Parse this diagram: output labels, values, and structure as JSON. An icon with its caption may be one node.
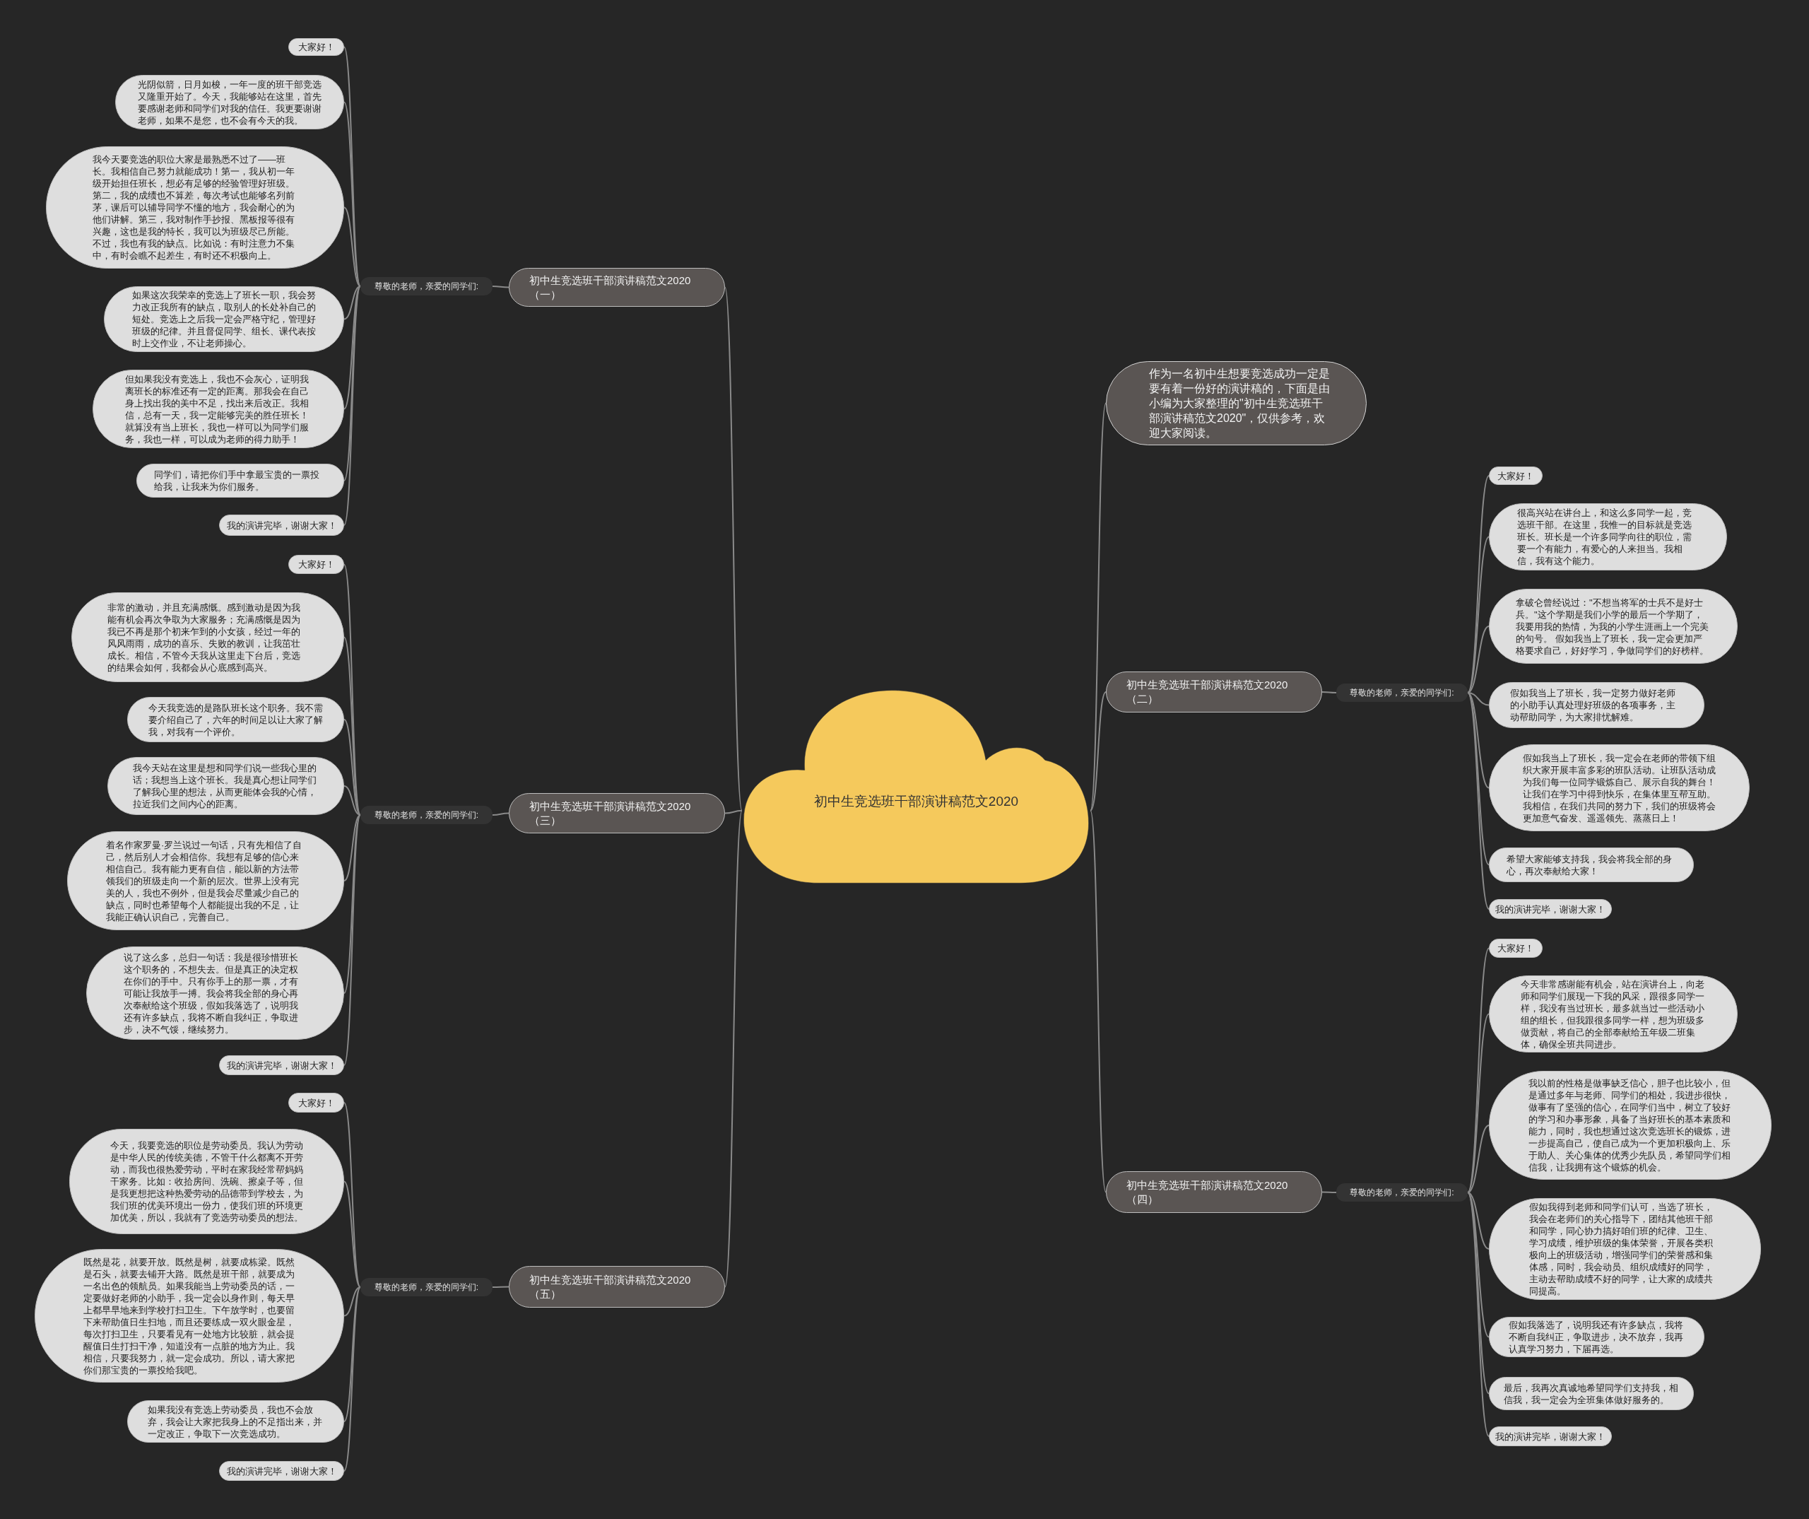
{
  "diagram": {
    "nodes": [
      {
        "text": [
          "初中生竞选班干部演讲稿范文2020"
        ]
      },
      {
        "text": [
          "初中生竞选班干部演讲稿范文2020（一）"
        ]
      },
      {
        "text": [
          "尊敬的老师，亲爱的同学们:"
        ]
      },
      {
        "text": [
          "大家好！"
        ]
      },
      {
        "text": [
          "光阴似箭，日月如梭，一年一度的班干部竞选又隆重开始了。今天，我能够站在这里，首先要感谢老师和同学们对我的信任。我更要谢谢老师，如果不是您，也不会有今天的我。"
        ]
      },
      {
        "text": [
          "我今天要竞选的职位大家是最熟悉不过了——班长。我相信自己努力就能成功！第一，我从初一年级开始担任班长，想必有足够的经验管理好班级。第二，我的成绩也不算差，每次考试也能够名列前茅，课后可以辅导同学不懂的地方，我会耐心的为他们讲解。第三，我对制作手抄报、黑板报等很有兴趣，这也是我的特长，我可以为班级尽己所能。不过，我也有我的缺点。比如说：有时注意力不集中，有时会瞧不起差生，有时还不积极向上。"
        ]
      },
      {
        "text": [
          "如果这次我荣幸的竞选上了班长一职，我会努力改正我所有的缺点，取别人的长处补自己的短处。竞选上之后我一定会严格守纪，管理好班级的纪律。并且督促同学、组长、课代表按时上交作业，不让老师操心。"
        ]
      },
      {
        "text": [
          "但如果我没有竞选上，我也不会灰心，证明我离班长的标准还有一定的距离。那我会在自己身上找出我的美中不足，找出来后改正。我相信，总有一天，我一定能够完美的胜任班长！就算没有当上班长，我也一样可以为同学们服务，我也一样，可以成为老师的得力助手！"
        ]
      },
      {
        "text": [
          "同学们，请把你们手中拿最宝贵的一票投给我，让我来为你们服务。"
        ]
      },
      {
        "text": [
          "我的演讲完毕，谢谢大家！"
        ]
      },
      {
        "text": [
          "初中生竞选班干部演讲稿范文2020（三）"
        ]
      },
      {
        "text": [
          "尊敬的老师，亲爱的同学们:"
        ]
      },
      {
        "text": [
          "大家好！"
        ]
      },
      {
        "text": [
          "非常的激动，并且充满感慨。感到激动是因为我能有机会再次争取为大家服务；充满感慨是因为我已不再是那个初来乍到的小女孩，经过一年的风风雨雨，成功的喜乐、失败的教训，让我茁壮成长。相信，不管今天我从这里走下台后，竞选的结果会如何，我都会从心底感到高兴。"
        ]
      },
      {
        "text": [
          "今天我竞选的是路队班长这个职务。我不需要介绍自己了，六年的时间足以让大家了解我，对我有一个评价。"
        ]
      },
      {
        "text": [
          "我今天站在这里是想和同学们说一些我心里的话；我想当上这个班长。我是真心想让同学们了解我心里的想法，从而更能体会我的心情，拉近我们之间内心的距离。"
        ]
      },
      {
        "text": [
          "着名作家罗曼·罗兰说过一句话，只有先相信了自己，然后别人才会相信你。我想有足够的信心来相信自己。我有能力更有自信，能以新的方法带领我们的班级走向一个新的层次。世界上没有完美的人，我也不例外，但是我会尽量减少自己的缺点，同时也希望每个人都能提出我的不足，让我能正确认识自己，完善自己。"
        ]
      },
      {
        "text": [
          "说了这么多，总归一句话：我是很珍惜班长这个职务的，不想失去。但是真正的决定权在你们的手中。只有你手上的那一票，才有可能让我放手一搏。我会将我全部的身心再次奉献给这个班级，假如我落选了，说明我还有许多缺点，我将不断自我纠正，争取进步，决不气馁，继续努力。"
        ]
      },
      {
        "text": [
          "我的演讲完毕，谢谢大家！"
        ]
      },
      {
        "text": [
          "初中生竞选班干部演讲稿范文2020（五）"
        ]
      },
      {
        "text": [
          "尊敬的老师，亲爱的同学们:"
        ]
      },
      {
        "text": [
          "大家好！"
        ]
      },
      {
        "text": [
          "今天，我要竞选的职位是劳动委员。我认为劳动是中华人民的传统美德，不管干什么都离不开劳动，而我也很热爱劳动，平时在家我经常帮妈妈干家务。比如：收拾房间、洗碗、擦桌子等，但是我更想把这种热爱劳动的品德带到学校去，为我们班的优美环境出一份力，使我们班的环境更加优美，所以，我就有了竞选劳动委员的想法。"
        ]
      },
      {
        "text": [
          "既然是花，就要开放。既然是树，就要成栋梁。既然是石头，就要去铺开大路。既然是班干部，就要成为一名出色的领航员。如果我能当上劳动委员的话，一定要做好老师的小助手，我一定会以身作则，每天早上都早早地来到学校打扫卫生。下午放学时，也要留下来帮助值日生扫地，而且还要练成一双火眼金星，每次打扫卫生，只要看见有一处地方比较脏，就会提醒值日生打扫干净，知道没有一点脏的地方为止。我相信，只要我努力，就一定会成功。所以，请大家把你们那宝贵的一票投给我吧。"
        ]
      },
      {
        "text": [
          "如果我没有竞选上劳动委员，我也不会放弃，我会让大家把我身上的不足指出来，并一定改正，争取下一次竞选成功。"
        ]
      },
      {
        "text": [
          "我的演讲完毕，谢谢大家！"
        ]
      },
      {
        "text": [
          "作为一名初中生想要竞选成功一定是要有着一份好的演讲稿的，下面是由小编为大家整理的\"初中生竞选班干部演讲稿范文2020\"，仅供参考，欢迎大家阅读。"
        ]
      },
      {
        "text": [
          "初中生竞选班干部演讲稿范文2020（二）"
        ]
      },
      {
        "text": [
          "尊敬的老师，亲爱的同学们:"
        ]
      },
      {
        "text": [
          "大家好！"
        ]
      },
      {
        "text": [
          "很高兴站在讲台上，和这么多同学一起，竞选班干部。在这里，我惟一的目标就是竞选班长。班长是一个许多同学向往的职位，需要一个有能力，有爱心的人来担当。我相信，我有这个能力。"
        ]
      },
      {
        "text": [
          "拿破仑曾经说过：\"不想当将军的士兵不是好士兵。\"这个学期是我们小学的最后一个学期了，我要用我的热情，为我的小学生涯画上一个完美的句号。 假如我当上了班长，我一定会更加严格要求自己，好好学习，争做同学们的好榜样。"
        ]
      },
      {
        "text": [
          "假如我当上了班长，我一定努力做好老师的小助手认真处理好班级的各项事务，主动帮助同学，为大家排忧解难。"
        ]
      },
      {
        "text": [
          "假如我当上了班长，我一定会在老师的带领下组织大家开展丰富多彩的班队活动。让班队活动成为我们每一位同学锻炼自己、展示自我的舞台！让我们在学习中得到快乐，在集体里互帮互助。我相信，在我们共同的努力下，我们的班级将会更加意气奋发、遥遥领先、蒸蒸日上！"
        ]
      },
      {
        "text": [
          "希望大家能够支持我，我会将我全部的身心，再次奉献给大家！"
        ]
      },
      {
        "text": [
          "我的演讲完毕，谢谢大家！"
        ]
      },
      {
        "text": [
          "初中生竞选班干部演讲稿范文2020（四）"
        ]
      },
      {
        "text": [
          "尊敬的老师，亲爱的同学们:"
        ]
      },
      {
        "text": [
          "大家好！"
        ]
      },
      {
        "text": [
          "今天非常感谢能有机会，站在演讲台上，向老师和同学们展现一下我的风采，跟很多同学一样，我没有当过班长，最多就当过一些活动小组的组长，但我跟很多同学一样，想为班级多做贡献，将自己的全部奉献给五年级二班集体，确保全班共同进步。"
        ]
      },
      {
        "text": [
          "我以前的性格是做事缺乏信心，胆子也比较小，但是通过多年与老师、同学们的相处，我进步很快，做事有了坚强的信心，在同学们当中，树立了较好的学习和办事形象，具备了当好班长的基本素质和能力，同时，我也想通过这次竞选班长的锻炼，进一步提高自己，使自己成为一个更加积极向上、乐于助人、关心集体的优秀少先队员，希望同学们相信我，让我拥有这个锻炼的机会。"
        ]
      },
      {
        "text": [
          "假如我得到老师和同学们认可，当选了班长，我会在老师们的关心指导下，团结其他班干部和同学，同心协力搞好咱们班的纪律、卫生、学习成绩，维护班级的集体荣誉，开展各类积极向上的班级活动，增强同学们的荣誉感和集体感，同时，我会动员、组织成绩好的同学，主动去帮助成绩不好的同学，让大家的成绩共同提高。"
        ]
      },
      {
        "text": [
          "假如我落选了，说明我还有许多缺点，我将不断自我纠正，争取进步，决不放弃，我再认真学习努力，下届再选。"
        ]
      },
      {
        "text": [
          "最后，我再次真诚地希望同学们支持我，相信我，我一定会为全班集体做好服务的。"
        ]
      },
      {
        "text": [
          "我的演讲完毕，谢谢大家！"
        ]
      }
    ],
    "edges": [
      {
        "from": 0,
        "to": 1,
        "arrow": "none"
      },
      {
        "from": 1,
        "to": 2,
        "arrow": "none"
      },
      {
        "from": 2,
        "to": 3,
        "arrow": "none"
      },
      {
        "from": 2,
        "to": 4,
        "arrow": "none"
      },
      {
        "from": 2,
        "to": 5,
        "arrow": "none"
      },
      {
        "from": 2,
        "to": 6,
        "arrow": "none"
      },
      {
        "from": 2,
        "to": 7,
        "arrow": "none"
      },
      {
        "from": 2,
        "to": 8,
        "arrow": "none"
      },
      {
        "from": 2,
        "to": 9,
        "arrow": "none"
      },
      {
        "from": 0,
        "to": 10,
        "arrow": "none"
      },
      {
        "from": 10,
        "to": 11,
        "arrow": "none"
      },
      {
        "from": 11,
        "to": 12,
        "arrow": "none"
      },
      {
        "from": 11,
        "to": 13,
        "arrow": "none"
      },
      {
        "from": 11,
        "to": 14,
        "arrow": "none"
      },
      {
        "from": 11,
        "to": 15,
        "arrow": "none"
      },
      {
        "from": 11,
        "to": 16,
        "arrow": "none"
      },
      {
        "from": 11,
        "to": 17,
        "arrow": "none"
      },
      {
        "from": 11,
        "to": 18,
        "arrow": "none"
      },
      {
        "from": 0,
        "to": 19,
        "arrow": "none"
      },
      {
        "from": 19,
        "to": 20,
        "arrow": "none"
      },
      {
        "from": 20,
        "to": 21,
        "arrow": "none"
      },
      {
        "from": 20,
        "to": 22,
        "arrow": "none"
      },
      {
        "from": 20,
        "to": 23,
        "arrow": "none"
      },
      {
        "from": 20,
        "to": 24,
        "arrow": "none"
      },
      {
        "from": 20,
        "to": 25,
        "arrow": "none"
      },
      {
        "from": 0,
        "to": 26,
        "arrow": "none"
      },
      {
        "from": 0,
        "to": 27,
        "arrow": "none"
      },
      {
        "from": 27,
        "to": 28,
        "arrow": "none"
      },
      {
        "from": 28,
        "to": 29,
        "arrow": "none"
      },
      {
        "from": 28,
        "to": 30,
        "arrow": "none"
      },
      {
        "from": 28,
        "to": 31,
        "arrow": "none"
      },
      {
        "from": 28,
        "to": 32,
        "arrow": "none"
      },
      {
        "from": 28,
        "to": 33,
        "arrow": "none"
      },
      {
        "from": 28,
        "to": 34,
        "arrow": "none"
      },
      {
        "from": 28,
        "to": 35,
        "arrow": "none"
      },
      {
        "from": 0,
        "to": 36,
        "arrow": "none"
      },
      {
        "from": 36,
        "to": 37,
        "arrow": "none"
      },
      {
        "from": 37,
        "to": 38,
        "arrow": "none"
      },
      {
        "from": 37,
        "to": 39,
        "arrow": "none"
      },
      {
        "from": 37,
        "to": 40,
        "arrow": "none"
      },
      {
        "from": 37,
        "to": 41,
        "arrow": "none"
      },
      {
        "from": 37,
        "to": 42,
        "arrow": "none"
      },
      {
        "from": 37,
        "to": 43,
        "arrow": "none"
      },
      {
        "from": 37,
        "to": 44,
        "arrow": "none"
      }
    ]
  }
}
